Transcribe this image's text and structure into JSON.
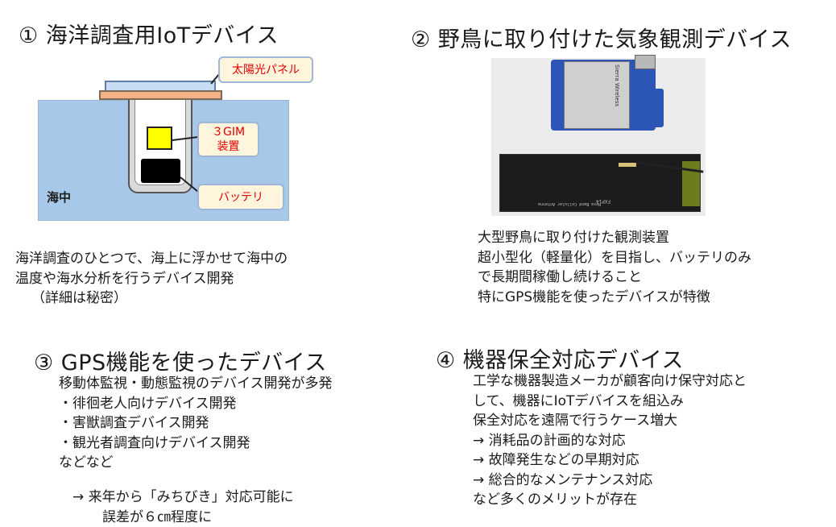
{
  "section1": {
    "heading": "① 海洋調査用IoTデバイス",
    "diagram": {
      "solar_label": "太陽光パネル",
      "gim_label_line1": "３GIM",
      "gim_label_line2": "装置",
      "battery_label": "バッテリ",
      "sea_label": "海中"
    },
    "lines": [
      "海洋調査のひとつで、海上に浮かせて海中の",
      "温度や海水分析を行うデバイス開発",
      "（詳細は秘密）"
    ]
  },
  "section2": {
    "heading": "② 野鳥に取り付けた気象観測デバイス",
    "photo": {
      "module_text": "Sierra Wireless",
      "antenna_text1": "Hexa Band Cellular Antenna",
      "antenna_text2": "FXP14"
    },
    "lines": [
      "大型野鳥に取り付けた観測装置",
      "超小型化（軽量化）を目指し、バッテリのみ",
      "で長期間稼働し続けること",
      "特にGPS機能を使ったデバイスが特徴"
    ]
  },
  "section3": {
    "heading": "③ GPS機能を使ったデバイス",
    "lines": [
      "移動体監視・動態監視のデバイス開発が多発",
      "・徘徊老人向けデバイス開発",
      "・害獣調査デバイス開発",
      "・観光者調査向けデバイス開発",
      "などなど"
    ],
    "note_lines": [
      "→ 来年から「みちびき」対応可能に",
      "誤差が６㎝程度に"
    ]
  },
  "section4": {
    "heading": "④ 機器保全対応デバイス",
    "lines": [
      "工学な機器製造メーカが顧客向け保守対応と",
      "して、機器にIoTデバイスを組込み",
      "保全対応を遠隔で行うケース増大",
      "→ 消耗品の計画的な対応",
      "→ 故障発生などの早期対応",
      "→ 総合的なメンテナンス対応",
      "など多くのメリットが存在"
    ]
  },
  "colors": {
    "sea": "#a8c8ea",
    "solar_panel": "#f4b183",
    "gim_device": "#ffff00",
    "callout_text": "#e00000",
    "callout_fill": "#fff4dc"
  }
}
